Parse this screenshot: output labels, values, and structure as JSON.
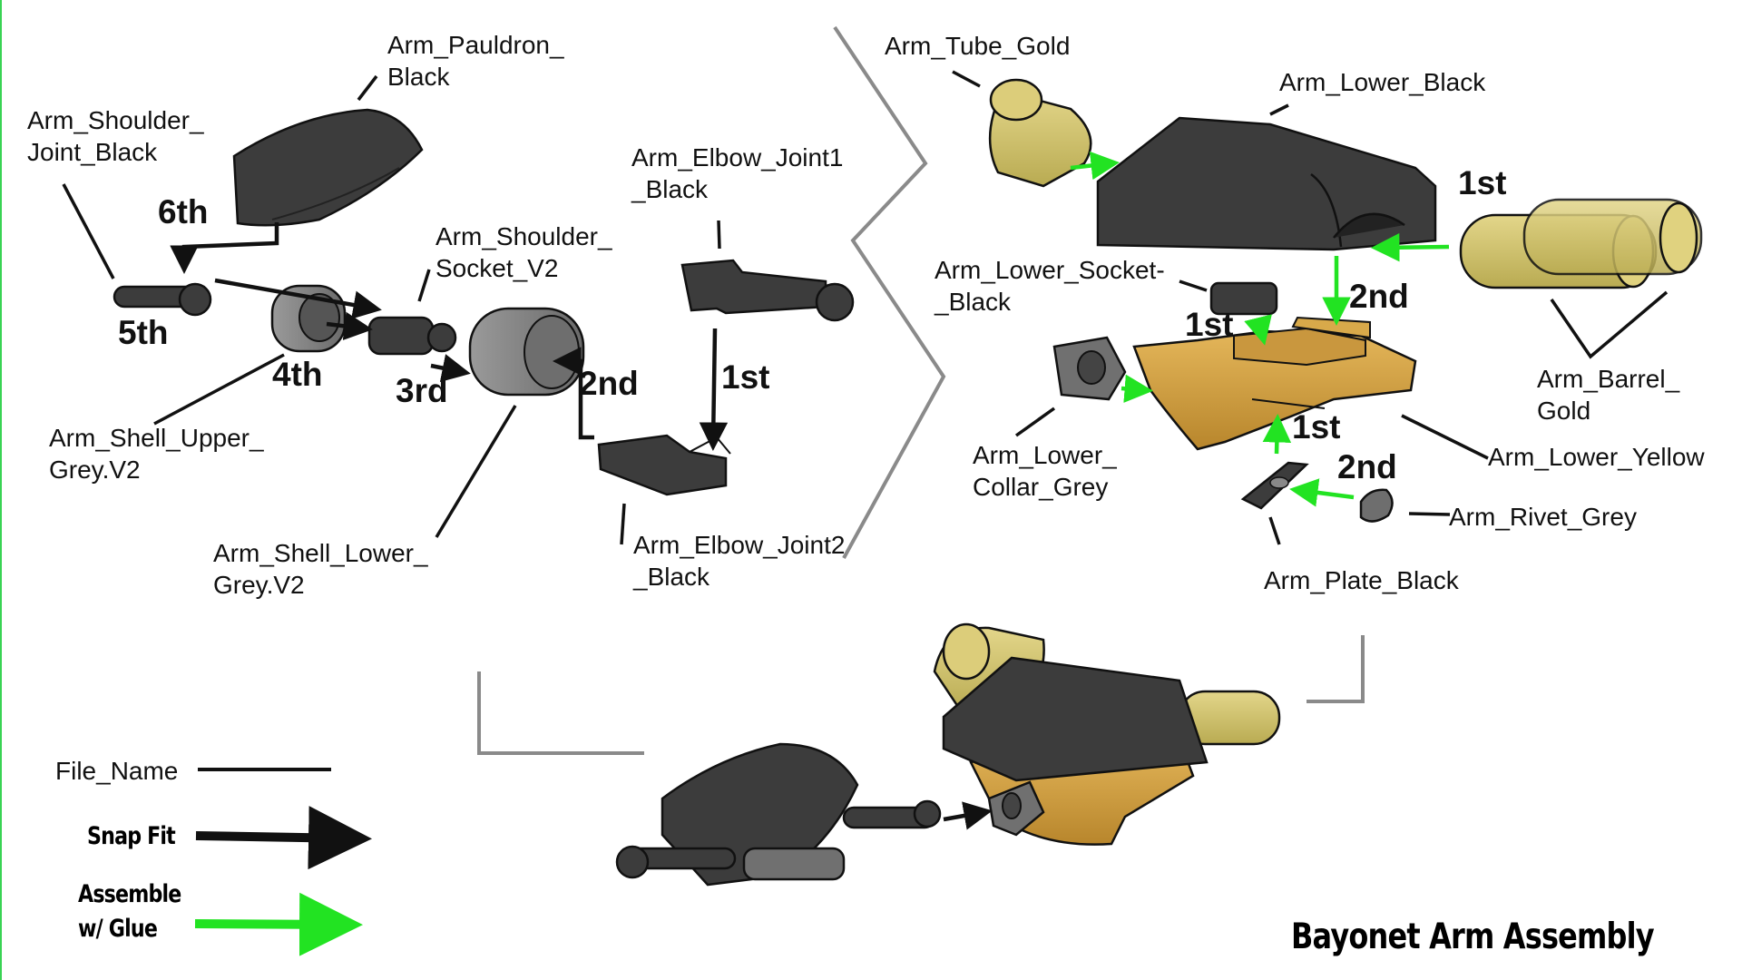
{
  "title": "Bayonet Arm Assembly",
  "parts": {
    "arm_pauldron": "Arm_Pauldron_\nBlack",
    "arm_shoulder_joint": "Arm_Shoulder_\nJoint_Black",
    "arm_elbow_joint1": "Arm_Elbow_Joint1\n_Black",
    "arm_shoulder_socket": "Arm_Shoulder_\nSocket_V2",
    "arm_shell_upper": "Arm_Shell_Upper_\nGrey.V2",
    "arm_shell_lower": "Arm_Shell_Lower_\nGrey.V2",
    "arm_elbow_joint2": "Arm_Elbow_Joint2\n_Black",
    "arm_tube": "Arm_Tube_Gold",
    "arm_lower_black": "Arm_Lower_Black",
    "arm_lower_socket": "Arm_Lower_Socket-\n_Black",
    "arm_barrel": "Arm_Barrel_\nGold",
    "arm_lower_collar": "Arm_Lower_\nCollar_Grey",
    "arm_lower_yellow": "Arm_Lower_Yellow",
    "arm_rivet": "Arm_Rivet_Grey",
    "arm_plate": "Arm_Plate_Black"
  },
  "steps": {
    "s6th": "6th",
    "s5th": "5th",
    "s4th": "4th",
    "s3rd": "3rd",
    "s2nd_left": "2nd",
    "s1st_left": "1st",
    "s1st_barrel": "1st",
    "s2nd_right": "2nd",
    "s1st_socket": "1st",
    "s1st_plate": "1st",
    "s2nd_plate": "2nd"
  },
  "legend": {
    "file_name": "File_Name",
    "snap_fit": "Snap Fit",
    "glue": "Assemble\nw/ Glue"
  },
  "colors": {
    "part_black": "#3c3c3c",
    "part_grey": "#7a7a7a",
    "part_gold": "#d3c672",
    "part_yellow": "#d4a545",
    "arrow_snap": "#111111",
    "arrow_glue": "#22e322",
    "divider": "#8a8a8a"
  }
}
